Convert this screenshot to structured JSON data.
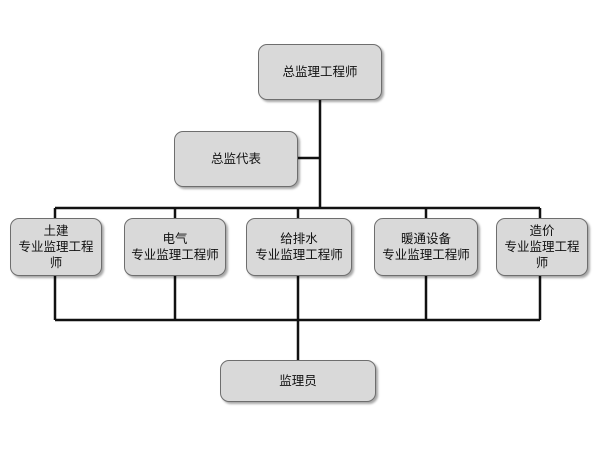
{
  "chief": {
    "label": "总监理工程师"
  },
  "deputy": {
    "label": "总监代表"
  },
  "specialists": [
    {
      "label": "土建\n专业监理工程\n师"
    },
    {
      "label": "电气\n专业监理工程师"
    },
    {
      "label": "给排水\n专业监理工程师"
    },
    {
      "label": "暖通设备\n专业监理工程师"
    },
    {
      "label": "造价\n专业监理工程\n师"
    }
  ],
  "supervisor": {
    "label": "监理员"
  }
}
